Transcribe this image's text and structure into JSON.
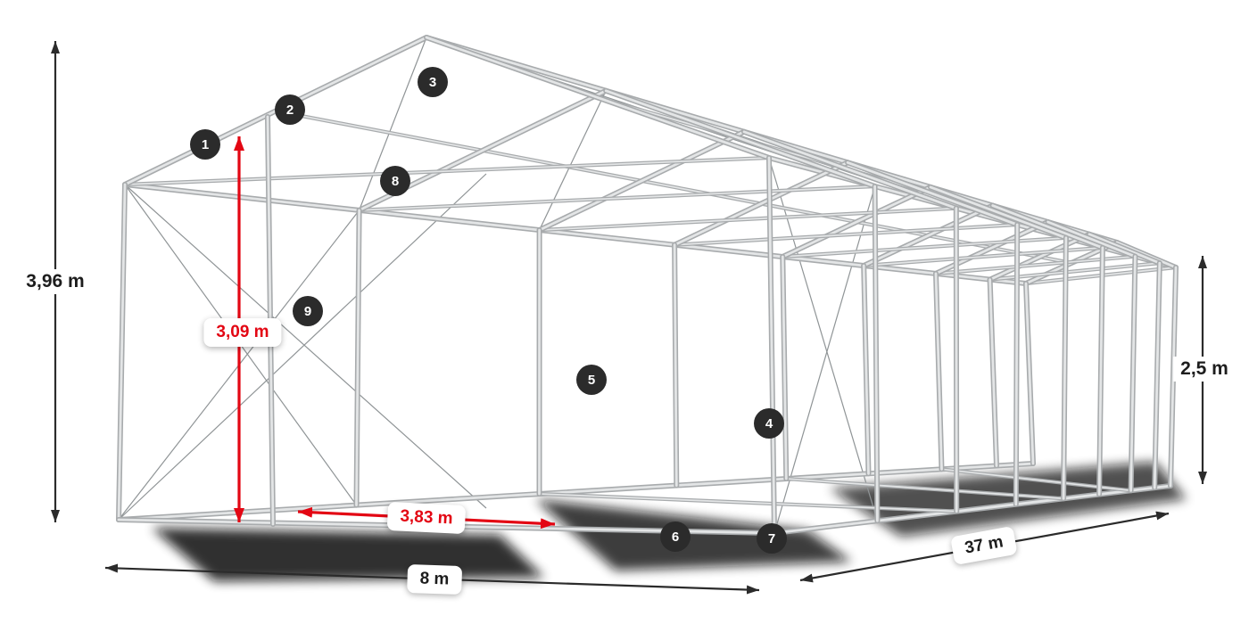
{
  "diagram": {
    "subject": "tent-steel-frame-construction",
    "view": "3d-perspective-wireframe"
  },
  "dimensions": {
    "total_height": "3,96 m",
    "inner_height": "3,09 m",
    "inner_width": "3,83 m",
    "width": "8 m",
    "length": "37 m",
    "side_height": "2,5 m"
  },
  "callouts": [
    "1",
    "2",
    "3",
    "4",
    "5",
    "6",
    "7",
    "8",
    "9"
  ],
  "colors": {
    "accent_red": "#e30613",
    "badge_background": "#2b2b2b",
    "frame_tube": "#a8abad",
    "frame_highlight": "#e3e5e6",
    "dimension_arrow": "#2b2b2b",
    "background": "#ffffff"
  }
}
